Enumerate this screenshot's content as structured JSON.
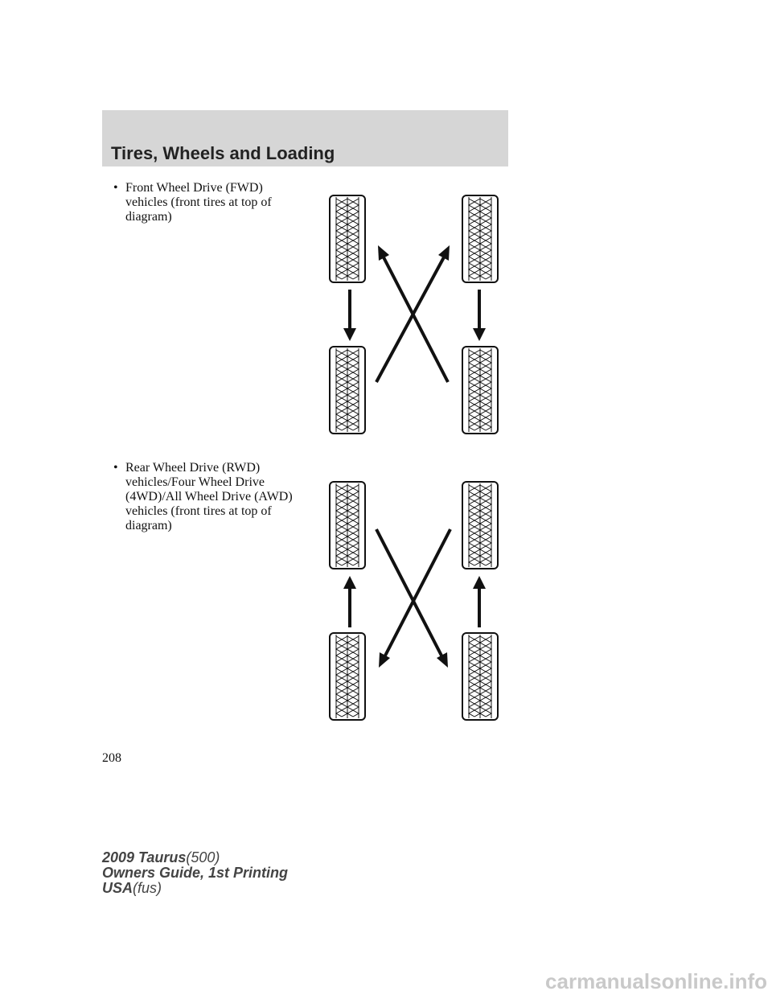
{
  "header": {
    "title": "Tires, Wheels and Loading"
  },
  "sections": [
    {
      "bullet": "•",
      "lines": [
        "Front Wheel Drive (FWD)",
        "vehicles (front tires at top of",
        "diagram)"
      ],
      "diagram_name": "fwd-rotation-diagram"
    },
    {
      "bullet": "•",
      "lines": [
        "Rear Wheel Drive (RWD)",
        "vehicles/Four Wheel Drive",
        "(4WD)/All Wheel Drive (AWD)",
        "vehicles (front tires at top of",
        "diagram)"
      ],
      "diagram_name": "rwd-4wd-awd-rotation-diagram"
    }
  ],
  "page_number": "208",
  "footer": {
    "line1_bold": "2009 Taurus",
    "line1_italic": "(500)",
    "line2_bold": "Owners Guide, 1st Printing",
    "line3_bold": "USA",
    "line3_italic": "(fus)"
  },
  "watermark": "carmanualsonline.info",
  "colors": {
    "header_band": "#d6d6d6",
    "ink": "#111111"
  }
}
